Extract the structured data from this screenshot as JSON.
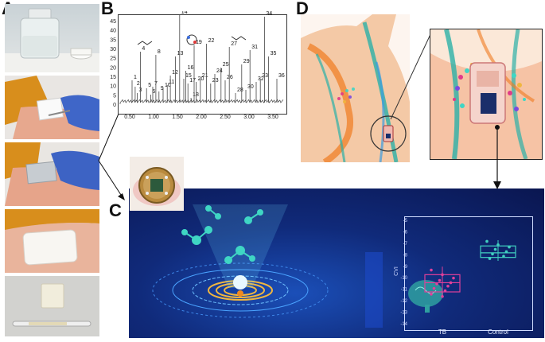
{
  "panels": {
    "a": {
      "letter": "A"
    },
    "b": {
      "letter": "B"
    },
    "c": {
      "letter": "C"
    },
    "d": {
      "letter": "D"
    }
  },
  "chromatogram": {
    "y_ticks": [
      "45",
      "40",
      "35",
      "30",
      "25",
      "20",
      "15",
      "10",
      "5",
      "0"
    ],
    "x_ticks": [
      "0.50",
      "1.00",
      "1.50",
      "2.00",
      "2.50",
      "3.00",
      "3.50"
    ],
    "peak_labels": [
      "1",
      "2",
      "3",
      "4",
      "5",
      "6",
      "7",
      "8",
      "9",
      "10",
      "11",
      "12",
      "13",
      "14",
      "15",
      "16",
      "17",
      "18",
      "19",
      "20",
      "21",
      "22",
      "23",
      "24",
      "25",
      "26",
      "27",
      "28",
      "29",
      "30",
      "31",
      "32",
      "33",
      "34",
      "35",
      "36"
    ]
  },
  "chart_data": {
    "type": "scatter",
    "categories": [
      "TB",
      "Control"
    ],
    "ylabel": "CVI",
    "y_ticks": [
      "-5",
      "-6",
      "-7",
      "-8",
      "-9",
      "-10",
      "-11",
      "-12",
      "-13",
      "-14"
    ],
    "ylim": [
      -14,
      -5
    ],
    "series": [
      {
        "name": "TB",
        "color": "#e0409a",
        "values": [
          -9.4,
          -9.8,
          -10.1,
          -10.3,
          -10.5,
          -10.6,
          -10.8,
          -11.0,
          -11.2,
          -11.5,
          -11.7
        ]
      },
      {
        "name": "Control",
        "color": "#40d0c0",
        "values": [
          -6.9,
          -7.2,
          -7.4,
          -7.6,
          -7.8,
          -8.0,
          -8.2,
          -8.4
        ]
      }
    ],
    "boxes": [
      {
        "name": "TB",
        "q1": -11.3,
        "q3": -9.8,
        "median": -10.5,
        "min": -11.7,
        "max": -9.1
      },
      {
        "name": "Control",
        "q1": -8.3,
        "q3": -7.3,
        "median": -7.9,
        "min": -8.6,
        "max": -6.8
      }
    ]
  },
  "colors": {
    "accent_teal": "#3fd6c4",
    "accent_pink": "#e0409a",
    "panel_c_bg": "#0c1a55"
  }
}
